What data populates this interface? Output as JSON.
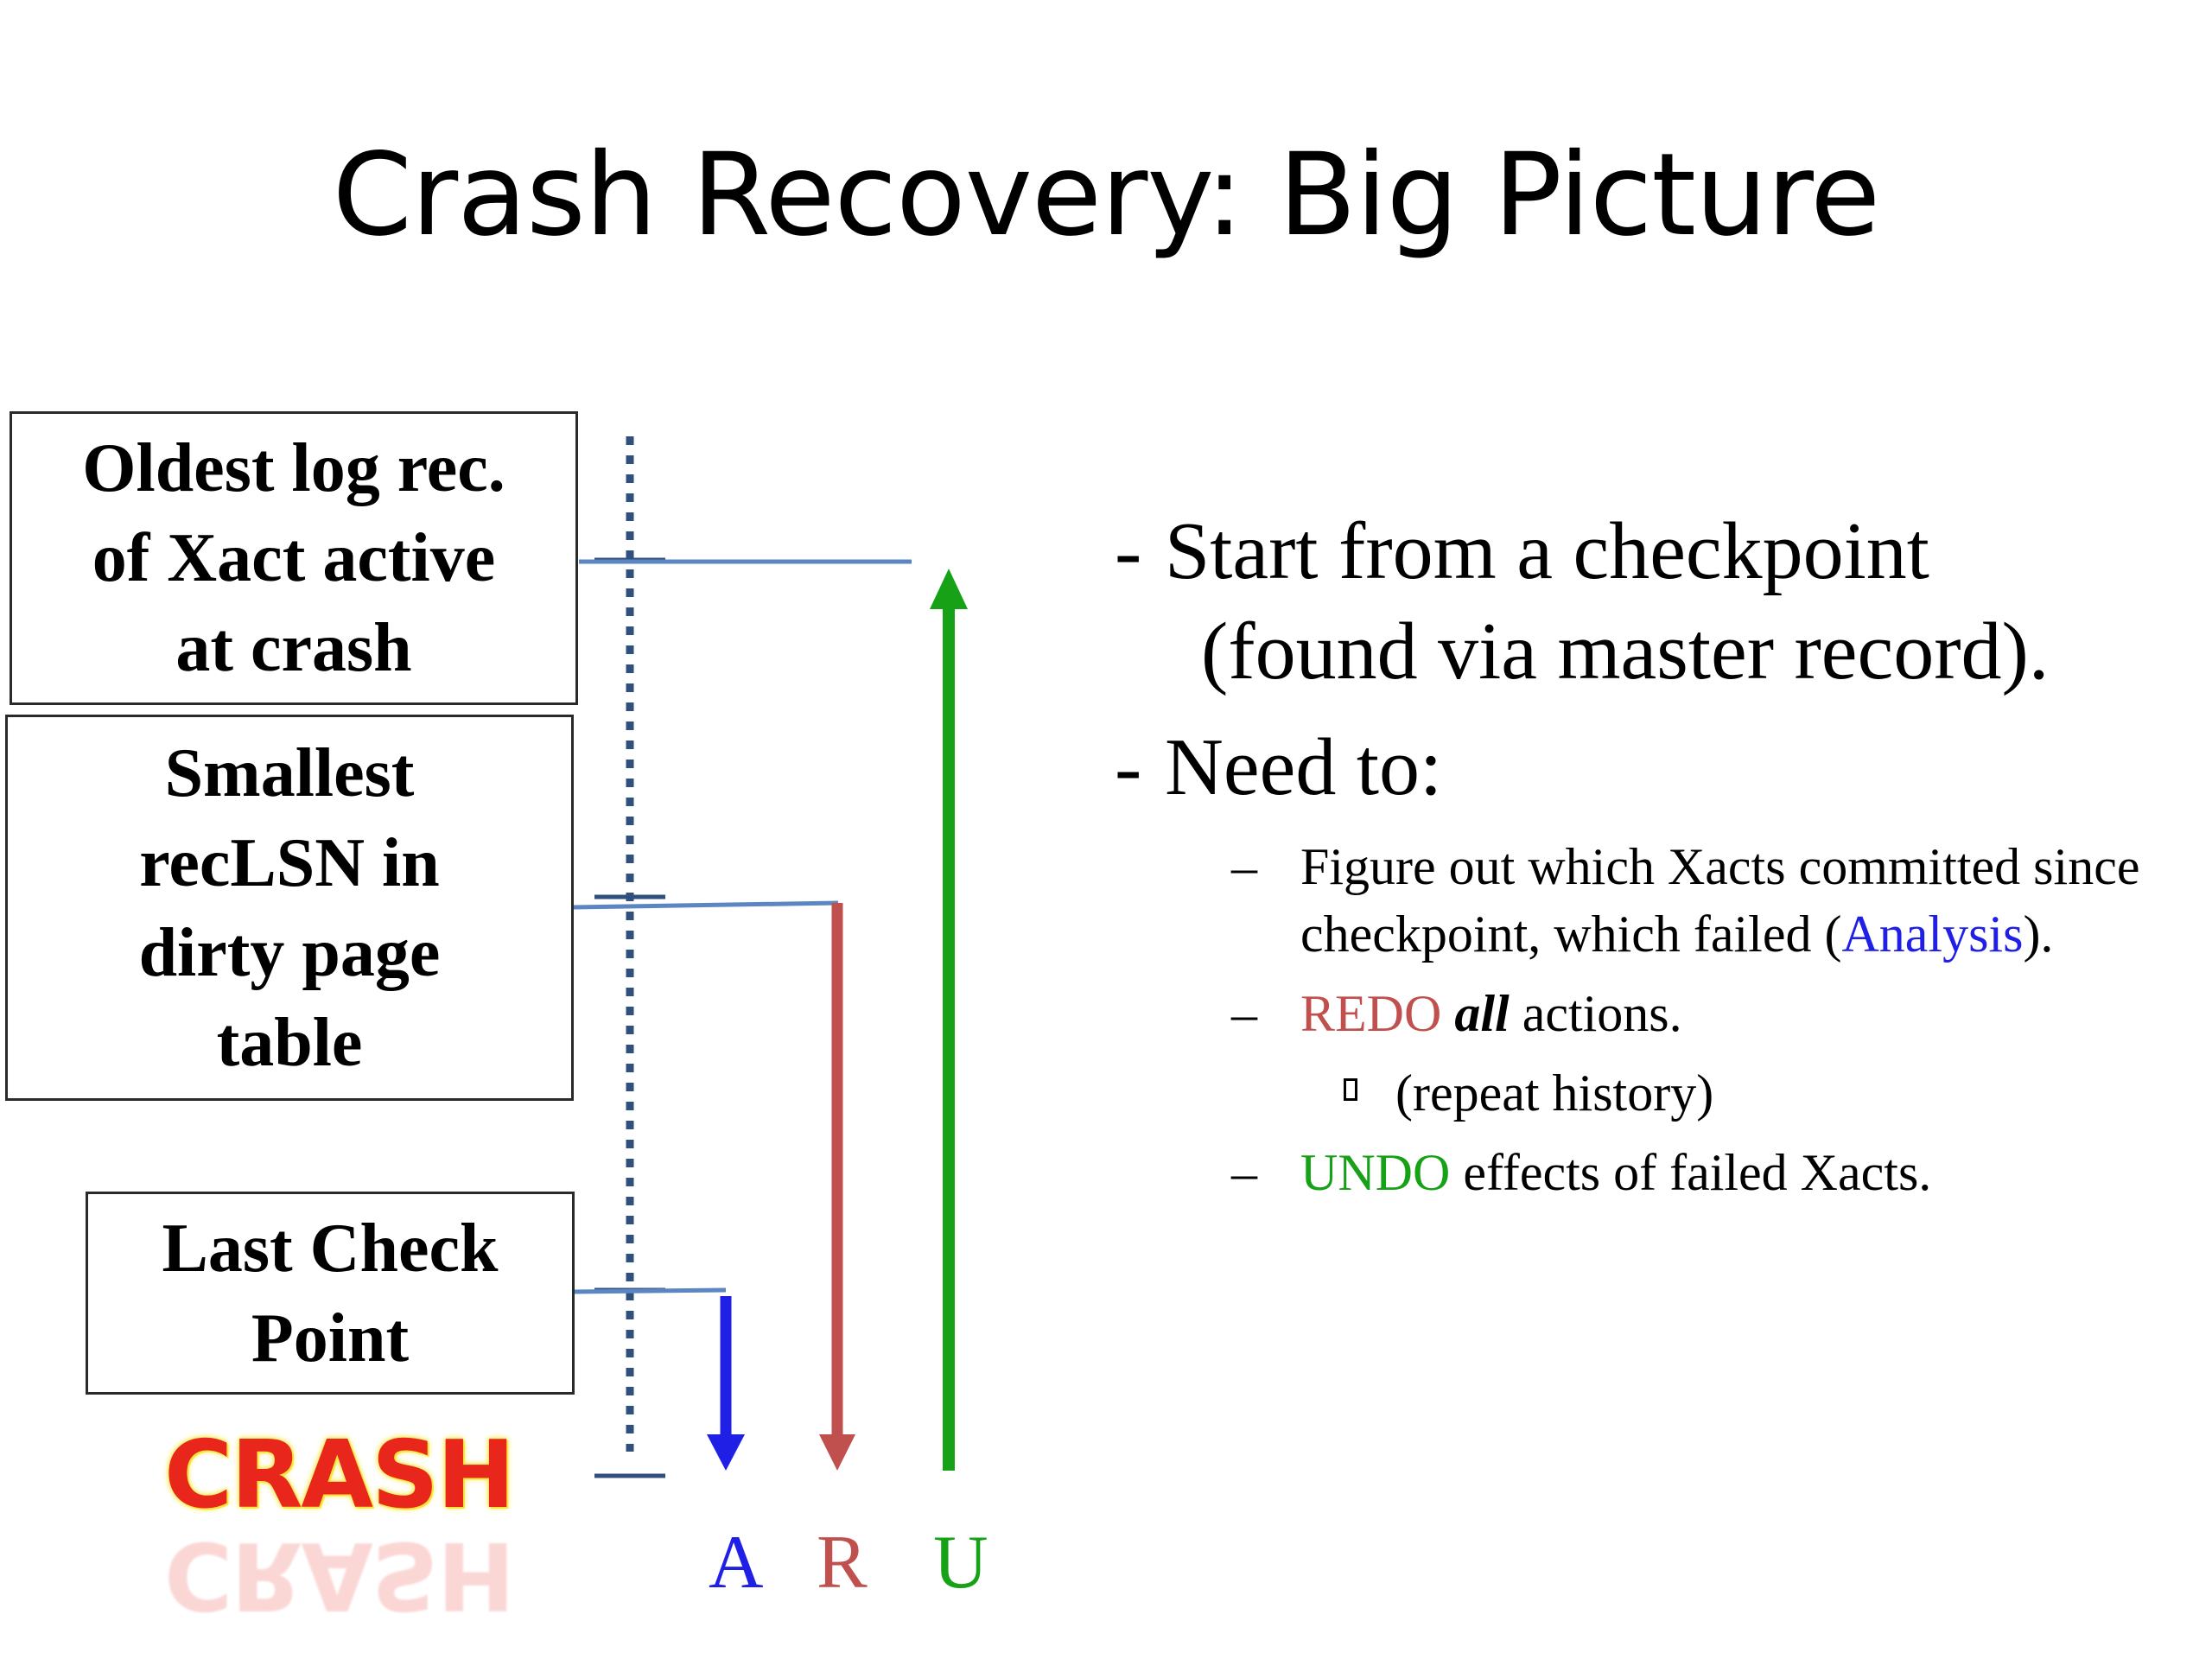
{
  "title": "Crash Recovery: Big Picture",
  "boxes": {
    "oldest": "Oldest log rec.\nof Xact active\nat crash",
    "smallest": "Smallest\nrecLSN in\ndirty page\ntable",
    "last": "Last Check\nPoint"
  },
  "crash_label": "CRASH",
  "phases": {
    "a": "A",
    "r": "R",
    "u": "U"
  },
  "bullets": {
    "start_1": "Start from a checkpoint",
    "start_2": "(found via master record).",
    "need": "Need to:",
    "analysis_text": "Figure out which Xacts committed since checkpoint, which failed (",
    "analysis_word": "Analysis",
    "analysis_end": ").",
    "redo_word": "REDO",
    "redo_all": "all",
    "redo_rest": " actions.",
    "repeat": "(repeat history)",
    "undo_word": "UNDO",
    "undo_rest": " effects of failed Xacts."
  },
  "colors": {
    "analysis": "#1f1fe6",
    "redo": "#c0504d",
    "undo": "#17a117",
    "log": "#2f4f7f"
  }
}
